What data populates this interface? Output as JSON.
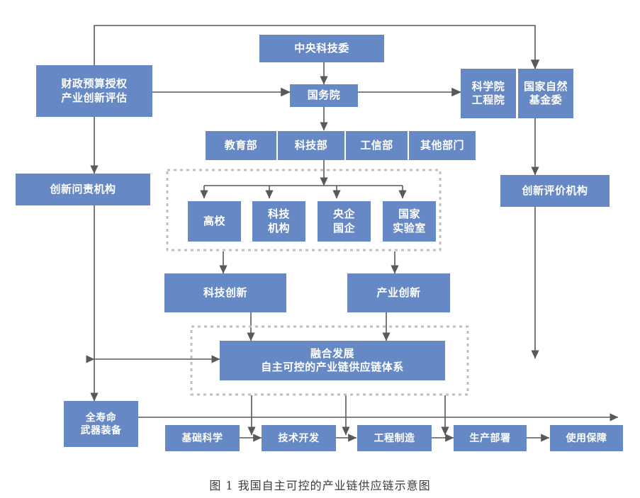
{
  "figure": {
    "caption": "图 1  我国自主可控的产业链供应链示意图",
    "accent_color": "#6689c6",
    "line_color": "#595959",
    "dotted_color": "#bfbfbf",
    "text_color": "#ffffff"
  },
  "nodes": {
    "central_sci_tech_committee": {
      "lines": [
        "中央科技委"
      ]
    },
    "state_council": {
      "lines": [
        "国务院"
      ]
    },
    "fiscal_budget": {
      "lines": [
        "财政预算授权",
        "产业创新评估"
      ]
    },
    "academy": {
      "lines": [
        "科学院",
        "工程院"
      ]
    },
    "nsfc": {
      "lines": [
        "国家自然",
        "基金委"
      ]
    },
    "ministry_education": {
      "lines": [
        "教育部"
      ]
    },
    "ministry_sci_tech": {
      "lines": [
        "科技部"
      ]
    },
    "ministry_industry": {
      "lines": [
        "工信部"
      ]
    },
    "other_departments": {
      "lines": [
        "其他部门"
      ]
    },
    "accountability_body": {
      "lines": [
        "创新问责机构"
      ]
    },
    "evaluation_body": {
      "lines": [
        "创新评价机构"
      ]
    },
    "universities": {
      "lines": [
        "高校"
      ]
    },
    "sci_tech_institutions": {
      "lines": [
        "科技",
        "机构"
      ]
    },
    "soe": {
      "lines": [
        "央企",
        "国企"
      ]
    },
    "national_lab": {
      "lines": [
        "国家",
        "实验室"
      ]
    },
    "sci_tech_innovation": {
      "lines": [
        "科技创新"
      ]
    },
    "industrial_innovation": {
      "lines": [
        "产业创新"
      ]
    },
    "integrated_development": {
      "lines": [
        "融合发展",
        "自主可控的产业链供应链体系"
      ]
    },
    "full_lifecycle_weapons": {
      "lines": [
        "全寿命",
        "武器装备"
      ]
    },
    "basic_science": {
      "lines": [
        "基础科学"
      ]
    },
    "tech_development": {
      "lines": [
        "技术开发"
      ]
    },
    "engineering_manufacturing": {
      "lines": [
        "工程制造"
      ]
    },
    "production_deployment": {
      "lines": [
        "生产部署"
      ]
    },
    "usage_support": {
      "lines": [
        "使用保障"
      ]
    }
  },
  "groups": {
    "executor_group_label": "",
    "fusion_group_label": ""
  }
}
